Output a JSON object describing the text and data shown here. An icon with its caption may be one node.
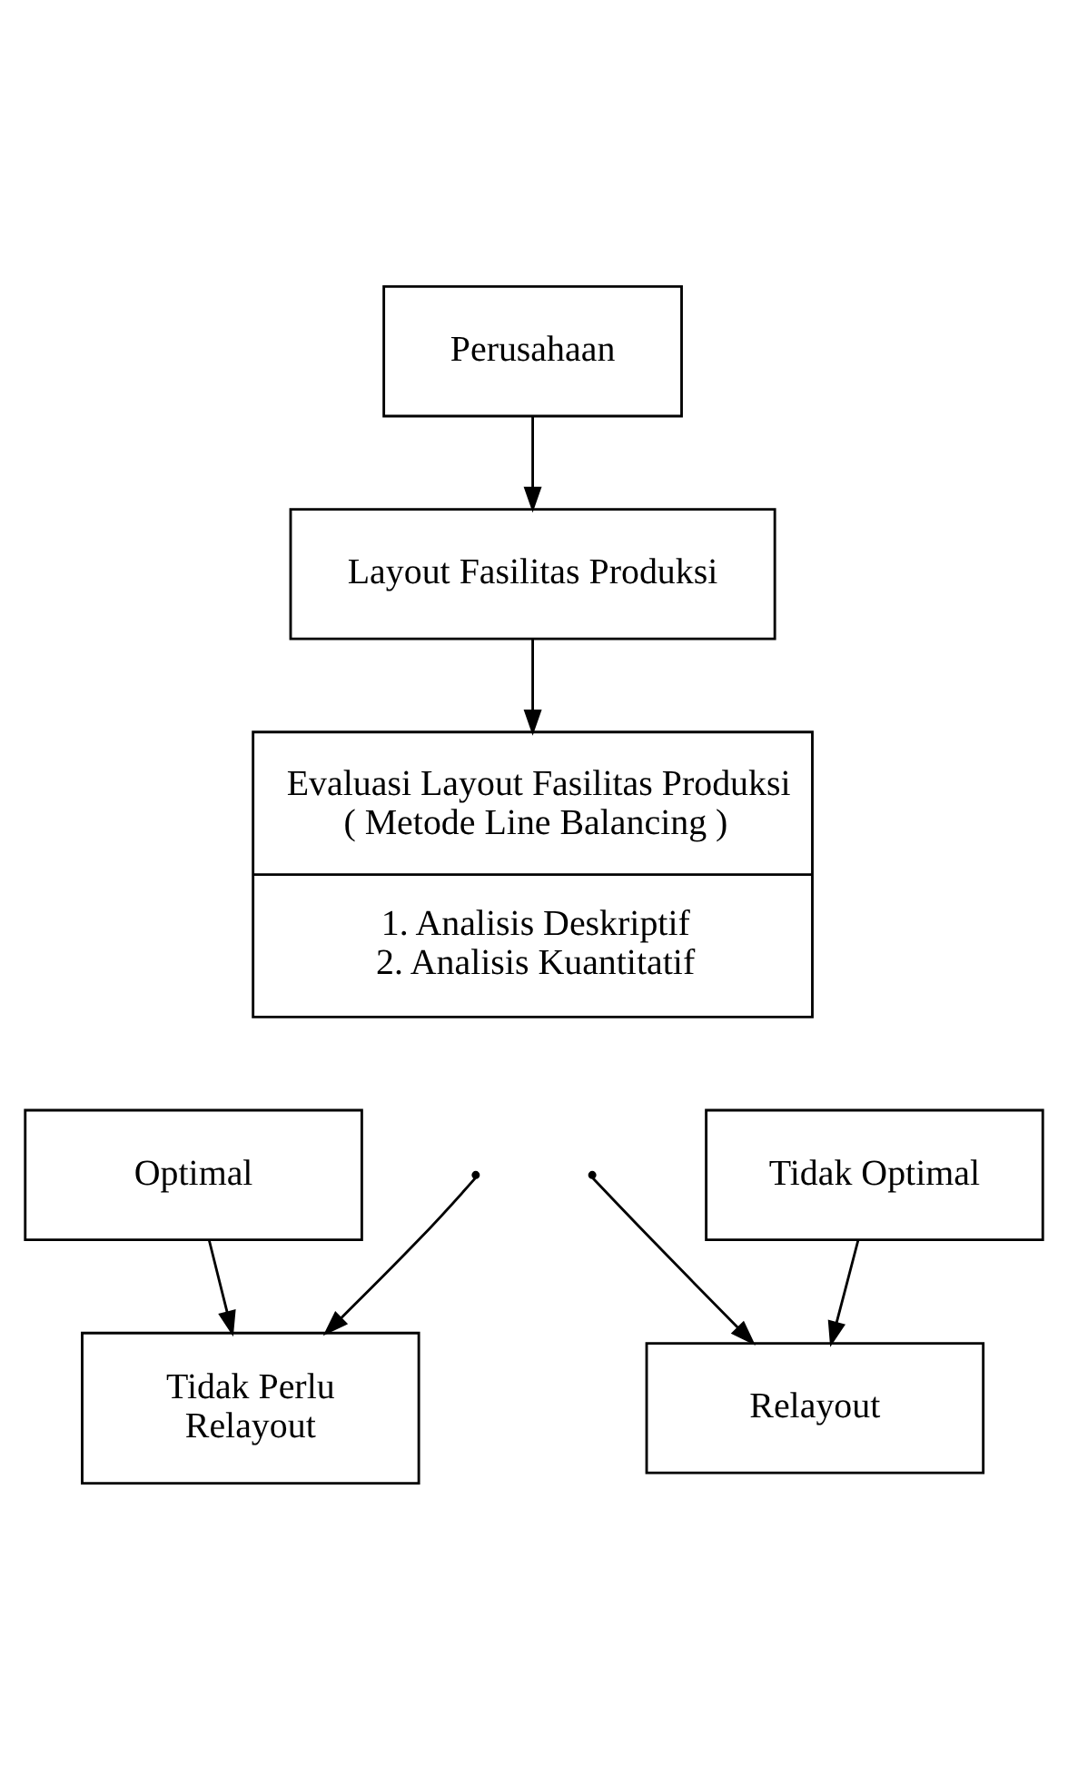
{
  "diagram": {
    "nodes": [
      {
        "text": [
          "Perusahaan"
        ]
      },
      {
        "text": [
          "Layout Fasilitas Produksi"
        ]
      },
      {
        "text": [
          "Evaluasi Layout Fasilitas Produksi ( Metode Line Balancing )",
          "1. Analisis Deskriptif 2. Analisis Kuantitatif"
        ]
      },
      {
        "text": [
          "Optimal"
        ]
      },
      {
        "text": [
          "Tidak Optimal"
        ]
      },
      {
        "text": [
          "Tidak Perlu Relayout"
        ]
      },
      {
        "text": [
          "Relayout"
        ]
      }
    ],
    "edges": [
      {
        "from": 0,
        "to": 1,
        "arrow": "to"
      },
      {
        "from": 1,
        "to": 2,
        "arrow": "to"
      },
      {
        "from": 3,
        "to": 5,
        "arrow": "to"
      },
      {
        "from": 4,
        "to": 6,
        "arrow": "to"
      },
      {
        "from": null,
        "to": 5,
        "arrow": "to"
      },
      {
        "from": null,
        "to": 6,
        "arrow": "to"
      }
    ]
  }
}
